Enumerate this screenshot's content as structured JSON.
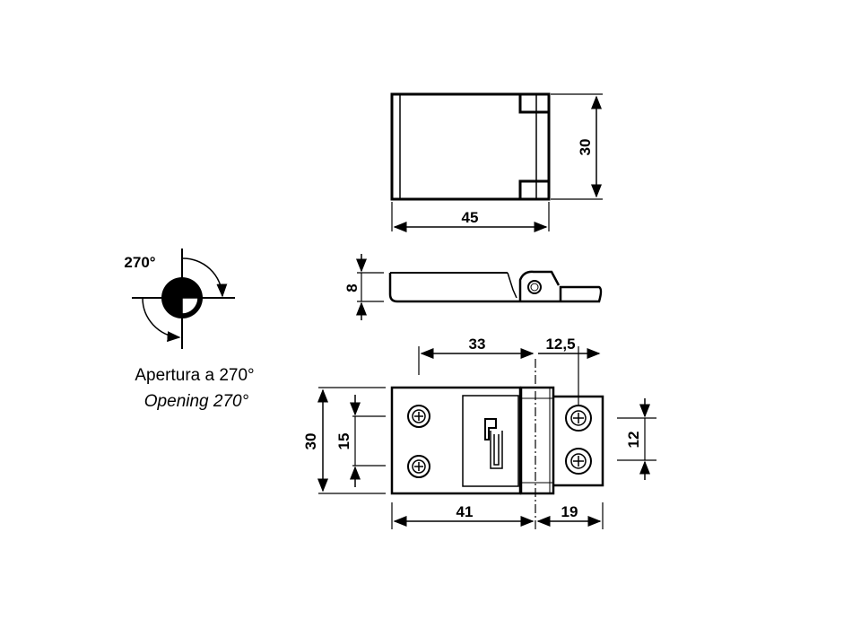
{
  "drawing": {
    "top_view": {
      "width_label": "45",
      "height_label": "30"
    },
    "side_view": {
      "thickness_label": "8"
    },
    "front_view": {
      "dim_33": "33",
      "dim_12_5": "12,5",
      "dim_30": "30",
      "dim_15": "15",
      "dim_41": "41",
      "dim_19": "19",
      "dim_12": "12"
    },
    "rotation_symbol": {
      "angle_label": "270°",
      "caption_it": "Apertura a 270°",
      "caption_en": "Opening 270°"
    },
    "colors": {
      "line": "#000000",
      "background": "#ffffff"
    }
  }
}
